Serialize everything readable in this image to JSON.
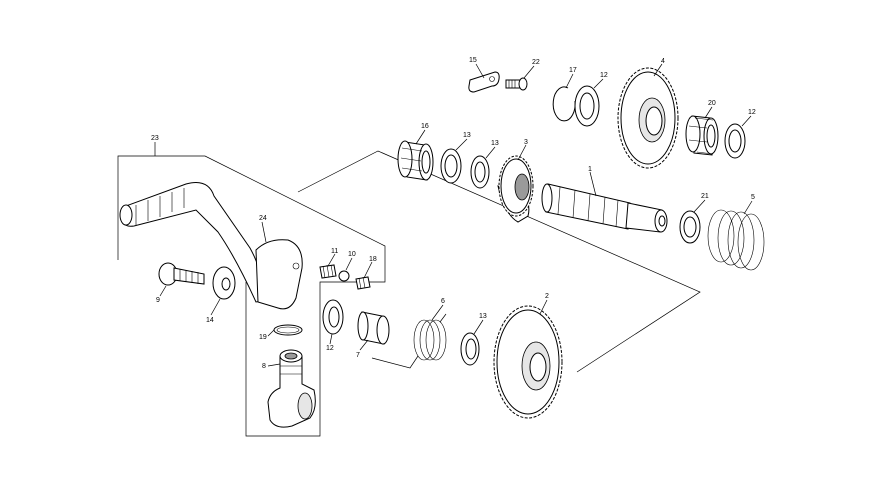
{
  "callouts": {
    "p1": "1",
    "p2": "2",
    "p3": "3",
    "p4": "4",
    "p5": "5",
    "p6": "6",
    "p7": "7",
    "p8": "8",
    "p9": "9",
    "p10": "10",
    "p11": "11",
    "p12a": "12",
    "p12b": "12",
    "p12c": "12",
    "p13a": "13",
    "p13b": "13",
    "p13c": "13",
    "p14": "14",
    "p15": "15",
    "p16": "16",
    "p17": "17",
    "p18": "18",
    "p19": "19",
    "p20": "20",
    "p21": "21",
    "p22": "22",
    "p23": "23",
    "p24": "24"
  }
}
